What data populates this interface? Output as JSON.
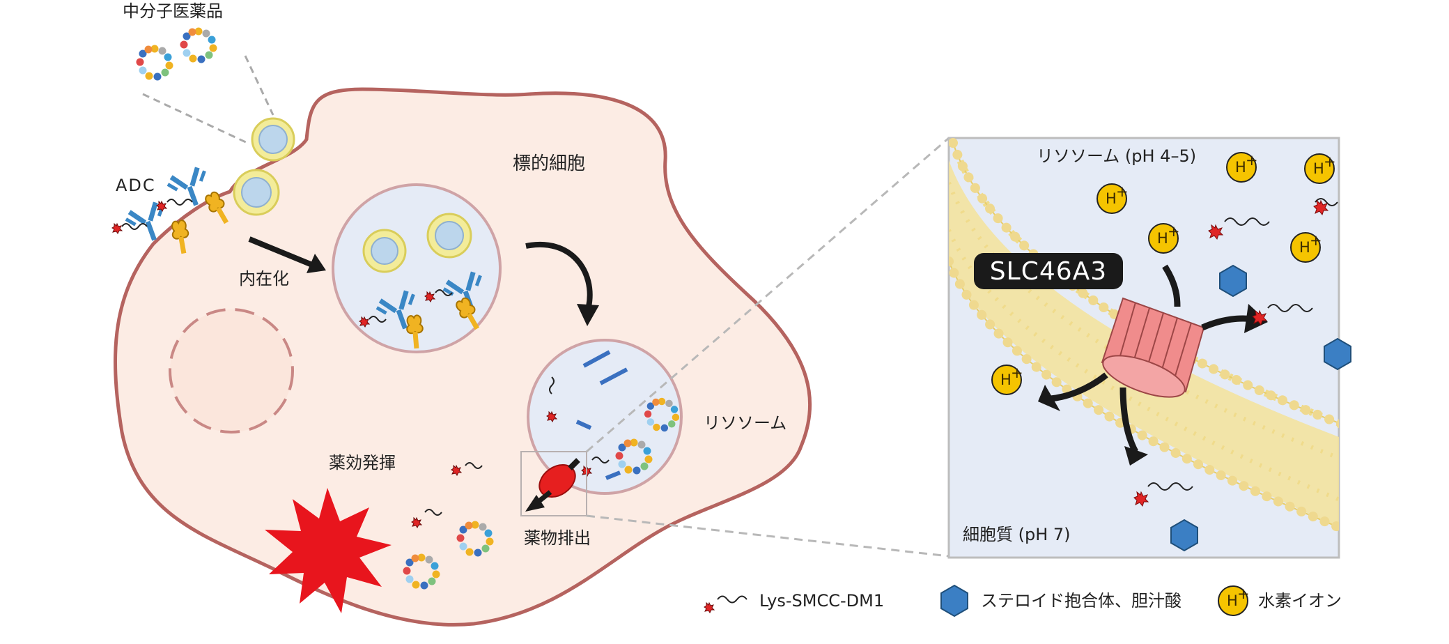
{
  "labels": {
    "mid_molecule_drugs": "中分子医薬品",
    "adc": "ADC",
    "internalization": "内在化",
    "target_cell": "標的細胞",
    "lysosome": "リソソーム",
    "drug_efficacy": "薬効発揮",
    "drug_efflux": "薬物排出"
  },
  "inset": {
    "lysosome_ph": "リソソーム (pH 4–5)",
    "cytoplasm_ph": "細胞質 (pH 7)",
    "transporter": "SLC46A3",
    "proton": "H",
    "proton_sup": "+"
  },
  "legend": [
    {
      "icon": "lys-smcc-dm1-icon",
      "label": "Lys-SMCC-DM1"
    },
    {
      "icon": "hexagon-icon",
      "label": "ステロイド抱合体、胆汁酸"
    },
    {
      "icon": "proton-icon",
      "label": "水素イオン"
    }
  ],
  "colors": {
    "cell_fill": "#fcece4",
    "cell_outline": "#b5635f",
    "vesicle_fill": "#e5ebf6",
    "vesicle_outline": "#cfa3a6",
    "antibody": "#3a87c5",
    "antigen": "#f0b322",
    "payload": "#e02525",
    "proton": "#f5c400",
    "hexagon": "#3b7fc4",
    "transporter": "#f08c8c",
    "membrane": "#f5e39a",
    "burst": "#e8151d"
  }
}
